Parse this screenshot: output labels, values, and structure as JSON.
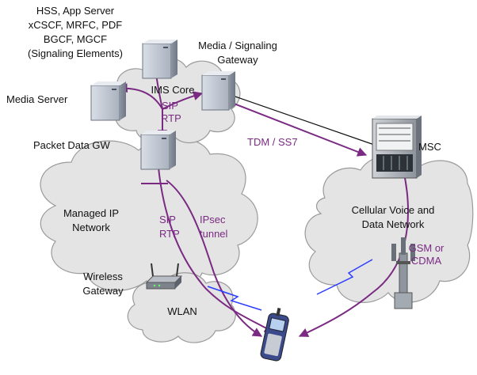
{
  "colors": {
    "accent_purple": "#7a2a82",
    "cloud_fill": "#e4e4e4",
    "wireless_blue": "#2b3cff"
  },
  "signaling_elements": {
    "line1": "HSS, App Server",
    "line2": "xCSCF, MRFC, PDF",
    "line3": "BGCF, MGCF",
    "line4": "(Signaling Elements)"
  },
  "ims_core": {
    "label": "IMS Core"
  },
  "media_gateway": {
    "line1": "Media / Signaling",
    "line2": "Gateway"
  },
  "media_server": {
    "label": "Media Server"
  },
  "sip_rtp_core": {
    "line1": "SIP",
    "line2": "RTP"
  },
  "packet_gw": {
    "label": "Packet Data GW"
  },
  "tdm_ss7": {
    "label": "TDM / SS7"
  },
  "msc": {
    "label": "MSC"
  },
  "managed_ip": {
    "line1": "Managed IP",
    "line2": "Network"
  },
  "sip_rtp_ip": {
    "line1": "SIP",
    "line2": "RTP"
  },
  "ipsec": {
    "line1": "IPsec",
    "line2": "tunnel"
  },
  "cellular": {
    "line1": "Cellular Voice and",
    "line2": "Data Network"
  },
  "gsm_cdma": {
    "line1": "GSM or",
    "line2": "CDMA"
  },
  "wireless_gw": {
    "line1": "Wireless",
    "line2": "Gateway"
  },
  "wlan": {
    "label": "WLAN"
  },
  "icons": [
    "server-icon",
    "msc-rack-icon",
    "wireless-router-icon",
    "cell-tower-icon",
    "mobile-phone-icon"
  ]
}
